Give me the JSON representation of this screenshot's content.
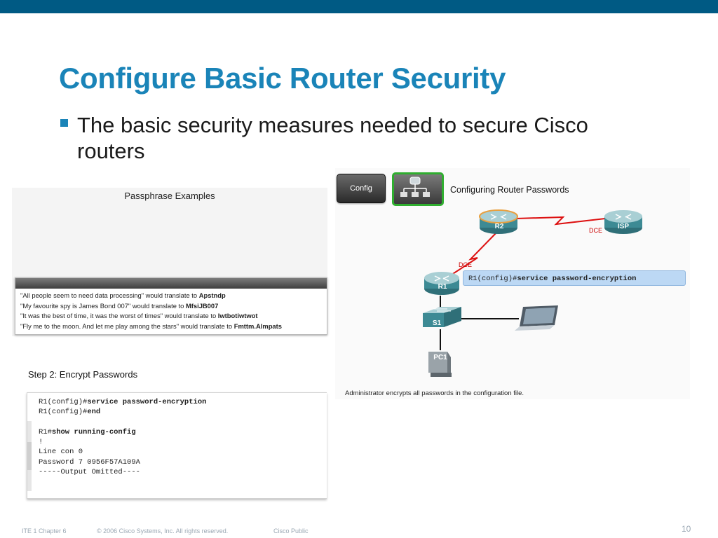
{
  "slide": {
    "title": "Configure Basic Router Security",
    "bullet": "The basic security measures needed to secure Cisco routers"
  },
  "passphrase": {
    "title": "Passphrase Examples",
    "examples": [
      {
        "text": "\"All people seem to need data processing\" would translate to ",
        "result": "Apstndp"
      },
      {
        "text": "\"My favourite spy is James Bond 007\" would translate to ",
        "result": "MfsiJB007"
      },
      {
        "text": "\"It was the best of time, it was the worst of times\" would translate to ",
        "result": "Iwtbotiwtwot"
      },
      {
        "text": "\"Fly me to the moon. And let me play among the stars\" would translate to ",
        "result": "Fmttm.Almpats"
      }
    ]
  },
  "step2": {
    "title": "Step 2: Encrypt Passwords",
    "lines": [
      {
        "prompt": "R1(config)#",
        "cmd": "service password-encryption"
      },
      {
        "prompt": "R1(config)#",
        "cmd": "end"
      },
      {
        "prompt": "",
        "cmd": ""
      },
      {
        "prompt": "R1#",
        "cmd": "show running-config"
      },
      {
        "prompt": "!",
        "cmd": ""
      },
      {
        "prompt": "Line con 0",
        "cmd": ""
      },
      {
        "prompt": "Password 7 0956F57A109A",
        "cmd": ""
      },
      {
        "prompt": "-----Output Omitted----",
        "cmd": ""
      }
    ]
  },
  "config_panel": {
    "config_button": "Config",
    "topology_button_icon": "network-topology-icon",
    "heading": "Configuring Router Passwords",
    "command_prompt": "R1(config)#",
    "command": "service password-encryption",
    "devices": {
      "r2": "R2",
      "isp": "ISP",
      "r1": "R1",
      "s1": "S1",
      "pc1": "PC1"
    },
    "dce_r2_isp": "DCE",
    "dce_r1_r2": "DCE",
    "caption": "Administrator encrypts all passwords in the configuration file.",
    "colors": {
      "serial_link": "#dd1111",
      "ethernet_link": "#111111",
      "r2_highlight": "#e8a040"
    }
  },
  "footer": {
    "course": "ITE 1 Chapter 6",
    "copyright": "© 2006 Cisco Systems, Inc. All rights reserved.",
    "classification": "Cisco Public",
    "page": "10"
  },
  "colors": {
    "header_bar": "#005a84",
    "title": "#1a84b8"
  }
}
